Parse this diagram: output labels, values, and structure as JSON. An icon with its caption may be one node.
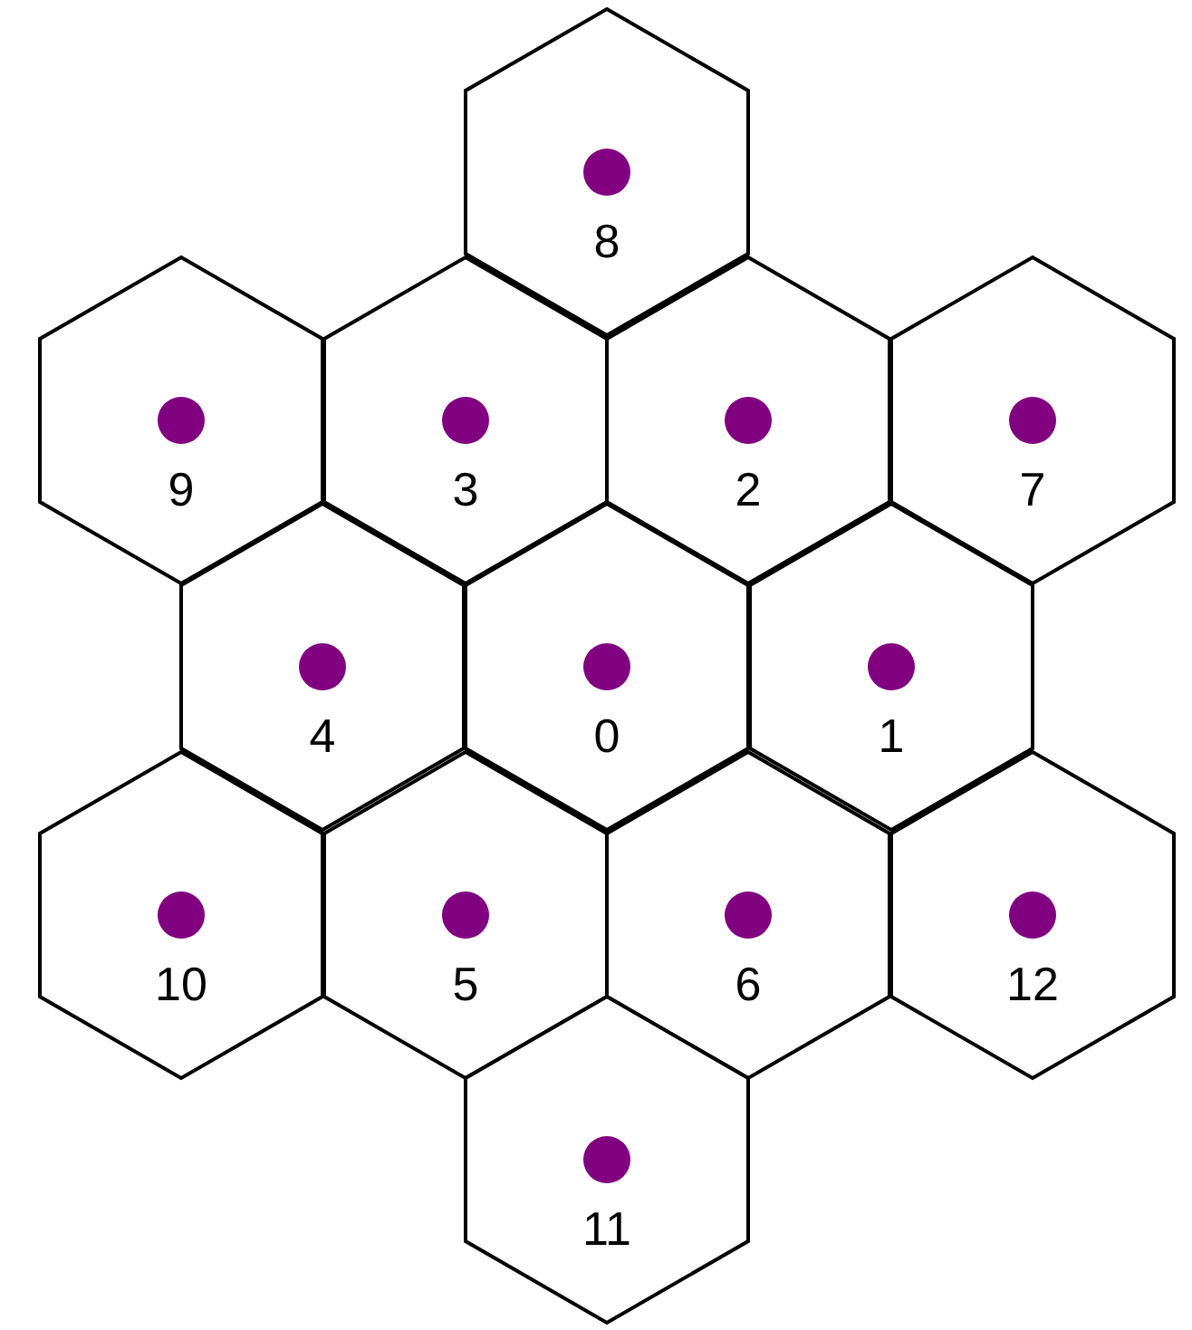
{
  "diagram": {
    "nodes": [
      {
        "text": [
          "8"
        ]
      },
      {
        "text": [
          "9"
        ]
      },
      {
        "text": [
          "3"
        ]
      },
      {
        "text": [
          "2"
        ]
      },
      {
        "text": [
          "7"
        ]
      },
      {
        "text": [
          "4"
        ]
      },
      {
        "text": [
          "0"
        ]
      },
      {
        "text": [
          "1"
        ]
      },
      {
        "text": [
          "10"
        ]
      },
      {
        "text": [
          "5"
        ]
      },
      {
        "text": [
          "6"
        ]
      },
      {
        "text": [
          "12"
        ]
      },
      {
        "text": [
          "11"
        ]
      }
    ],
    "edges": []
  }
}
